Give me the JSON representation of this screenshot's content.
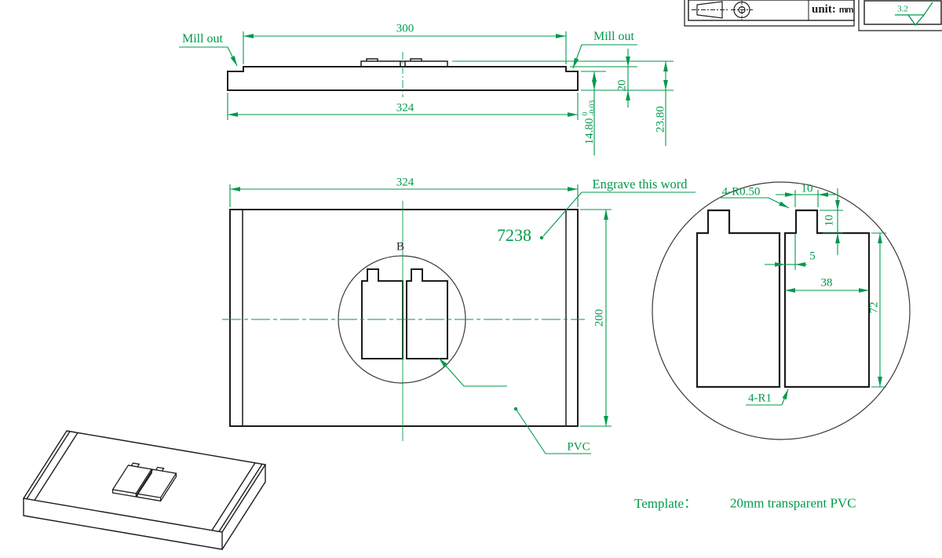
{
  "colors": {
    "ink": "#1c1c1c",
    "green": "#009a4b"
  },
  "title_block": {
    "projection_symbol": "first-angle-projection",
    "unit_label": "unit:",
    "unit_value": "mm",
    "surface_finish": "3.2"
  },
  "side_view": {
    "mill_out_left": "Mill out",
    "mill_out_right": "Mill out",
    "dim_width_inner": "300",
    "dim_width_outer": "324",
    "dim_step_height": "20",
    "dim_thickness_step": {
      "value": "14.80",
      "tol_upper": "0",
      "tol_lower": "-0.03"
    },
    "dim_thickness_total": "23.80"
  },
  "front_view": {
    "dim_width": "324",
    "dim_height": "200",
    "engrave_label": "Engrave this word",
    "engrave_word": "7238",
    "detail_label": "B",
    "material_label": "PVC"
  },
  "detail_view": {
    "dim_corner_radius": "4-R0.50",
    "dim_tab_width": "10",
    "dim_tab_height": "10",
    "dim_tab_offset": "5",
    "dim_body_width": "38",
    "dim_body_height": "72",
    "dim_fillet": "4-R1"
  },
  "note": {
    "label": "Template：",
    "value": "20mm transparent PVC"
  }
}
